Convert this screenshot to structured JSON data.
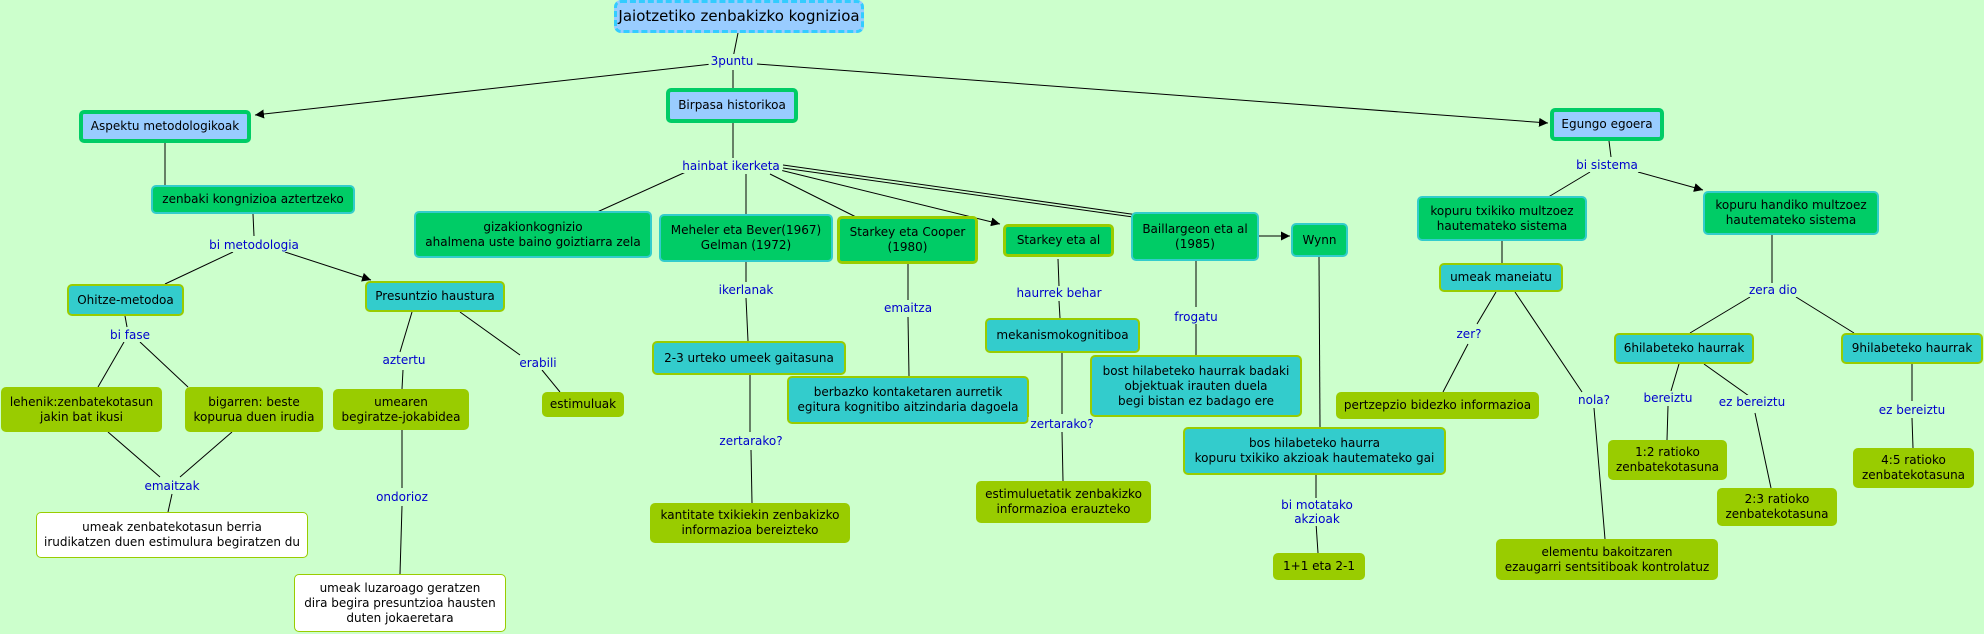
{
  "colors": {
    "background": "#ccffcc",
    "link_label": "#0000cc",
    "line": "#000000",
    "node_blue": "#99ccff",
    "node_green": "#00cc66",
    "node_cyan": "#33cccc",
    "node_olive": "#99cc00",
    "node_white": "#ffffff"
  },
  "nodes": {
    "root": "Jaiotzetiko zenbakizko kognizioa",
    "aspektu": "Aspektu metodologikoak",
    "birpasa": "Birpasa historikoa",
    "egungo": "Egungo egoera",
    "zenbaki_kognizioa": "zenbaki kongnizioa aztertzeko",
    "ohitze": "Ohitze-metodoa",
    "presuntzio": "Presuntzio haustura",
    "lehenik": "lehenik:zenbatekotasun\njakin bat ikusi",
    "bigarren": "bigarren: beste\nkopurua duen irudia",
    "umeak_zenbatekotasun": "umeak zenbatekotasun berria\nirudikatzen duen estimulura begiratzen du",
    "umearen": "umearen\nbegiratze-jokabidea",
    "estimuluak": "estimuluak",
    "umeak_luzaroago": "umeak luzaroago geratzen\ndira begira presuntzioa hausten\nduten jokaeretara",
    "gizakion": "gizakionkognizio\nahalmena uste baino goiztiarra zela",
    "meheler": "Meheler eta Bever(1967)\nGelman (1972)",
    "starkey_cooper": "Starkey eta Cooper\n(1980)",
    "starkey_al": "Starkey eta al",
    "baillargeon": "Baillargeon eta al\n(1985)",
    "wynn": "Wynn",
    "urteko_2_3": "2-3 urteko umeek gaitasuna",
    "kantitate": "kantitate txikiekin zenbakizko\ninformazioa bereizteko",
    "berbazko": "berbazko kontaketaren aurretik\negitura kognitibo aitzindaria dagoela",
    "mekanismo": "mekanismokognitiboa",
    "estimuluetatik": "estimuluetatik zenbakizko\ninformazioa erauzteko",
    "bost_hilabeteko_badaki": "bost hilabeteko haurrak badaki\nobjektuak irauten duela\nbegi bistan ez badago ere",
    "bos_hilabeteko": "bos hilabeteko haurra\nkopuru txikiko akzioak hautemateko gai",
    "plus": "1+1 eta 2-1",
    "kopuru_txikiko": "kopuru txikiko multzoez\nhautemateko sistema",
    "kopuru_handiko": "kopuru handiko multzoez\nhautemateko sistema",
    "umeak_maneiatu": "umeak maneiatu",
    "pertzepzio": "pertzepzio bidezko informazioa",
    "elementu": "elementu bakoitzaren\nezaugarri sentsitiboak kontrolatuz",
    "hil6": "6hilabeteko haurrak",
    "hil9": "9hilabeteko haurrak",
    "ratio_1_2": "1:2  ratioko\nzenbatekotasuna",
    "ratio_2_3": "2:3 ratioko\nzenbatekotasuna",
    "ratio_4_5": "4:5 ratioko\nzenbatekotasuna"
  },
  "labels": {
    "puntu3": "3puntu",
    "bi_metodologia": "bi metodologia",
    "bi_fase": "bi fase",
    "emaitzak": "emaitzak",
    "aztertu": "aztertu",
    "erabili": "erabili",
    "ondorioz": "ondorioz",
    "hainbat_ikerketa": "hainbat ikerketa",
    "ikerlanak": "ikerlanak",
    "zertarako_1": "zertarako?",
    "emaitza": "emaitza",
    "haurrek_behar": "haurrek behar",
    "zertarako_2": "zertarako?",
    "frogatu": "frogatu",
    "bi_motatako_akzioak": "bi motatako\nakzioak",
    "bi_sistema": "bi sistema",
    "zer": "zer?",
    "nola": "nola?",
    "zera_dio": "zera dio",
    "bereiztu": "bereiztu",
    "ez_bereiztu_1": "ez bereiztu",
    "ez_bereiztu_2": "ez bereiztu"
  }
}
